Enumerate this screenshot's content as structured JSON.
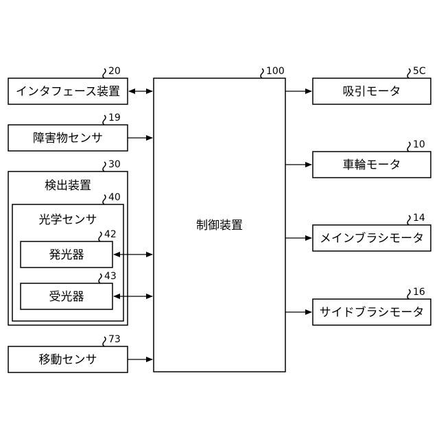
{
  "boxes": {
    "interface": {
      "label": "インタフェース装置",
      "ref": "20"
    },
    "obstacle_sensor": {
      "label": "障害物センサ",
      "ref": "19"
    },
    "detection": {
      "label": "検出装置",
      "ref": "30"
    },
    "optical_sensor": {
      "label": "光学センサ",
      "ref": "40"
    },
    "emitter": {
      "label": "発光器",
      "ref": "42"
    },
    "receiver": {
      "label": "受光器",
      "ref": "43"
    },
    "motion_sensor": {
      "label": "移動センサ",
      "ref": "73"
    },
    "controller": {
      "label": "制御装置",
      "ref": "100"
    },
    "suction_motor": {
      "label": "吸引モータ",
      "ref": "5C"
    },
    "wheel_motor": {
      "label": "車輪モータ",
      "ref": "10"
    },
    "main_brush_motor": {
      "label": "メインブラシモータ",
      "ref": "14"
    },
    "side_brush_motor": {
      "label": "サイドブラシモータ",
      "ref": "16"
    }
  }
}
